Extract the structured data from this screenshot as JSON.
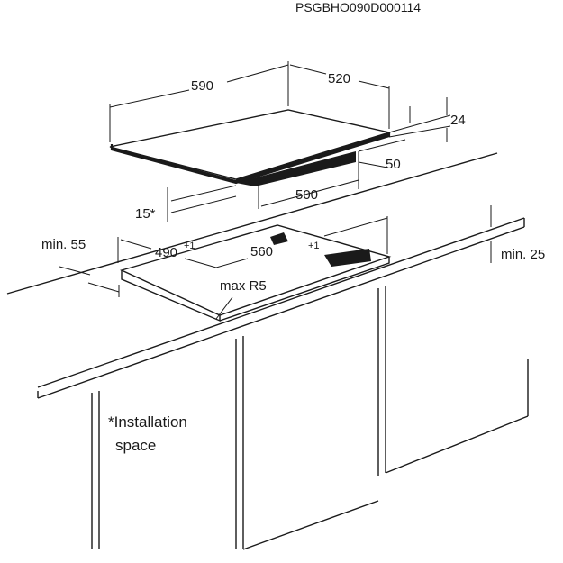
{
  "drawing_code": "PSGBHO090D000114",
  "dimensions": {
    "width": "590",
    "depth": "520",
    "height": "24",
    "box_height": "50",
    "box_width": "500",
    "cutout_width": "560",
    "cutout_width_tol": "+1",
    "cutout_depth": "490",
    "cutout_depth_tol": "+1",
    "gap": "15*",
    "min_front": "min. 55",
    "min_back": "min. 25",
    "radius": "max R5"
  },
  "footnote": {
    "line1": "*Installation",
    "line2": "space"
  }
}
